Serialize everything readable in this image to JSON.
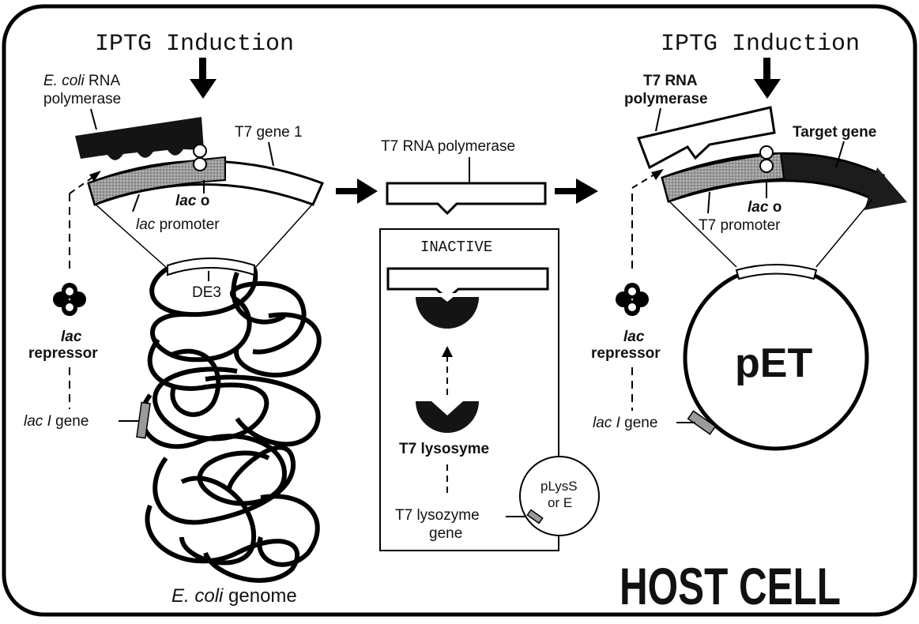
{
  "left": {
    "induction": "IPTG Induction",
    "polymerase_line1": "E. coli",
    "polymerase_line1b": " RNA",
    "polymerase_line2": "polymerase",
    "gene": "T7 gene 1",
    "operator_i": "lac",
    "operator_n": " o",
    "promoter_i": "lac",
    "promoter_n": " promoter",
    "de3": "DE3",
    "repressor_line1": "lac",
    "repressor_line2": "repressor",
    "laci_i": "lac I",
    "laci_n": " gene",
    "genome_i": "E. coli",
    "genome_n": " genome"
  },
  "middle": {
    "polymerase": "T7 RNA polymerase",
    "inactive": "INACTIVE",
    "lysosyme": "T7 lysosyme",
    "gene_line1": "T7 lysozyme",
    "gene_line2": "gene",
    "plasmid_line1": "pLysS",
    "plasmid_line2": "or E"
  },
  "right": {
    "induction": "IPTG Induction",
    "polymerase_line1": "T7 RNA",
    "polymerase_line2": "polymerase",
    "target": "Target gene",
    "operator_i": "lac",
    "operator_n": " o",
    "promoter": "T7 promoter",
    "repressor_line1": "lac",
    "repressor_line2": "repressor",
    "laci_i": "lac I",
    "laci_n": " gene",
    "plasmid": "pET"
  },
  "footer": {
    "host_cell": "HOST CELL"
  }
}
